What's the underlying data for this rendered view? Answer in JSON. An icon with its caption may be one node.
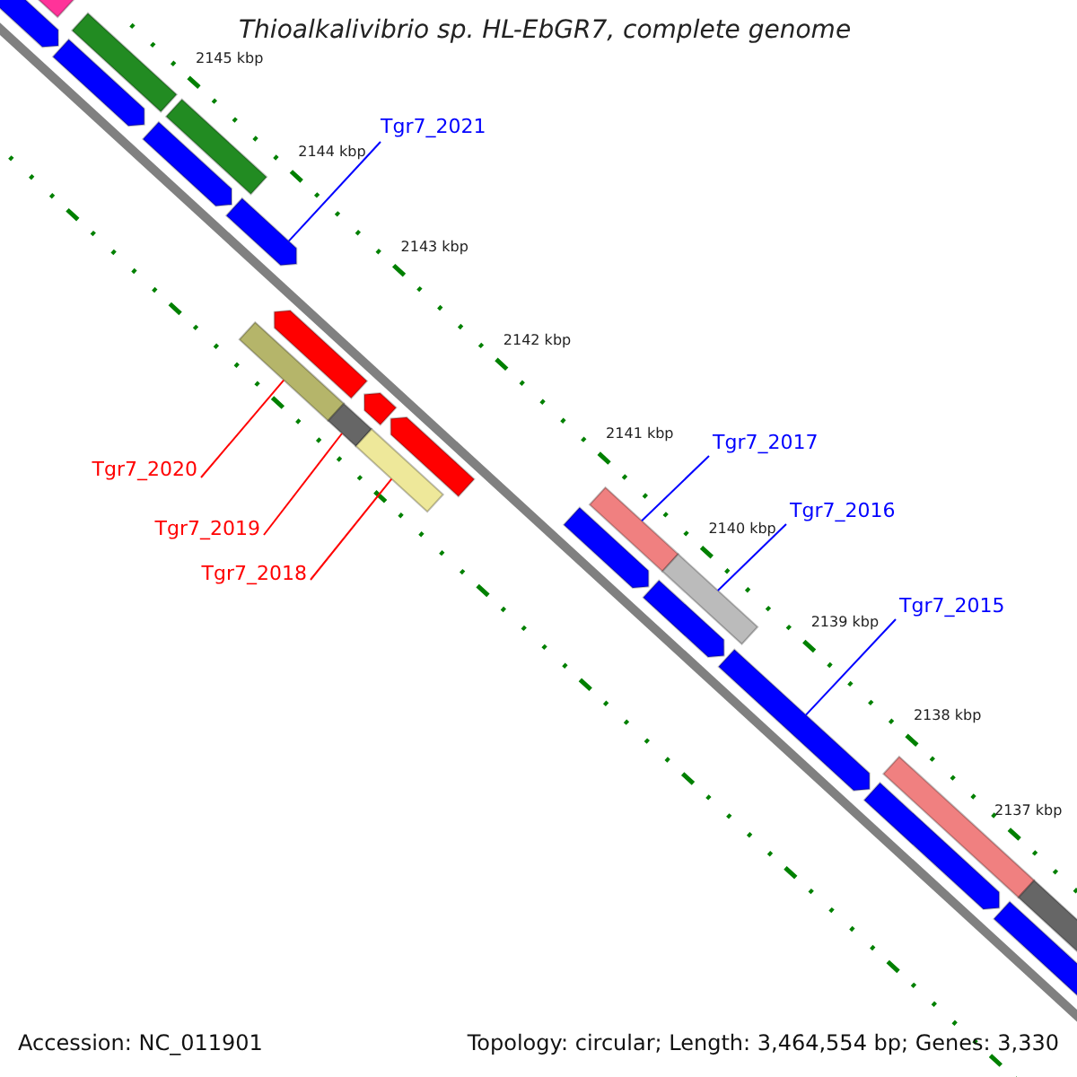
{
  "diagram": {
    "title": "Thioalkalivibrio sp. HL-EbGR7, complete genome",
    "nodes": [
      {
        "text": [
          "Tgr7_2021"
        ]
      },
      {
        "text": [
          "Tgr7_2017"
        ]
      },
      {
        "text": [
          "Tgr7_2020"
        ]
      },
      {
        "text": [
          "Tgr7_2016"
        ]
      },
      {
        "text": [
          "Tgr7_2019"
        ]
      },
      {
        "text": [
          "Tgr7_2018"
        ]
      },
      {
        "text": [
          "Tgr7_2015"
        ]
      },
      {
        "text": [],
        "shape": "bar"
      },
      {
        "text": [],
        "shape": "bar"
      },
      {
        "text": [],
        "shape": "bar"
      },
      {
        "text": [],
        "shape": "bar"
      },
      {
        "text": [],
        "shape": "bar"
      },
      {
        "text": [],
        "shape": "bar"
      },
      {
        "text": [],
        "shape": "bar"
      },
      {
        "text": [],
        "shape": "bar"
      },
      {
        "text": [],
        "shape": "bar"
      },
      {
        "text": [],
        "shape": "bar"
      },
      {
        "text": [],
        "shape": "bar"
      },
      {
        "text": [],
        "shape": "bar"
      },
      {
        "text": [],
        "shape": "bar"
      },
      {
        "text": [],
        "shape": "bar"
      },
      {
        "text": [],
        "shape": "bar"
      },
      {
        "text": [],
        "shape": "bar"
      },
      {
        "text": [],
        "shape": "bar"
      },
      {
        "text": [],
        "shape": "bar"
      },
      {
        "text": [],
        "shape": "bar"
      },
      {
        "text": [],
        "shape": "bar"
      },
      {
        "text": [],
        "shape": "bar"
      },
      {
        "text": [],
        "shape": "bar"
      }
    ],
    "edges": [
      {
        "from": 0,
        "to": 13,
        "arrow": "none"
      },
      {
        "from": 1,
        "to": 21,
        "arrow": "none"
      },
      {
        "from": 2,
        "to": 14,
        "arrow": "none",
        "color": "#ff0000"
      },
      {
        "from": 3,
        "to": 23,
        "arrow": "none"
      },
      {
        "from": 4,
        "to": 16,
        "arrow": "none",
        "color": "#ff0000"
      },
      {
        "from": 5,
        "to": 18,
        "arrow": "none",
        "color": "#ff0000"
      },
      {
        "from": 6,
        "to": 24,
        "arrow": "none"
      }
    ],
    "labels": [
      "2145 kbp",
      "2144 kbp",
      "2143 kbp",
      "2142 kbp",
      "2141 kbp",
      "2140 kbp",
      "2139 kbp",
      "2138 kbp",
      "2137 kbp",
      "Accession: NC_011901",
      "Topology: circular; Length: 3,464,554 bp; Genes: 3,330"
    ]
  }
}
